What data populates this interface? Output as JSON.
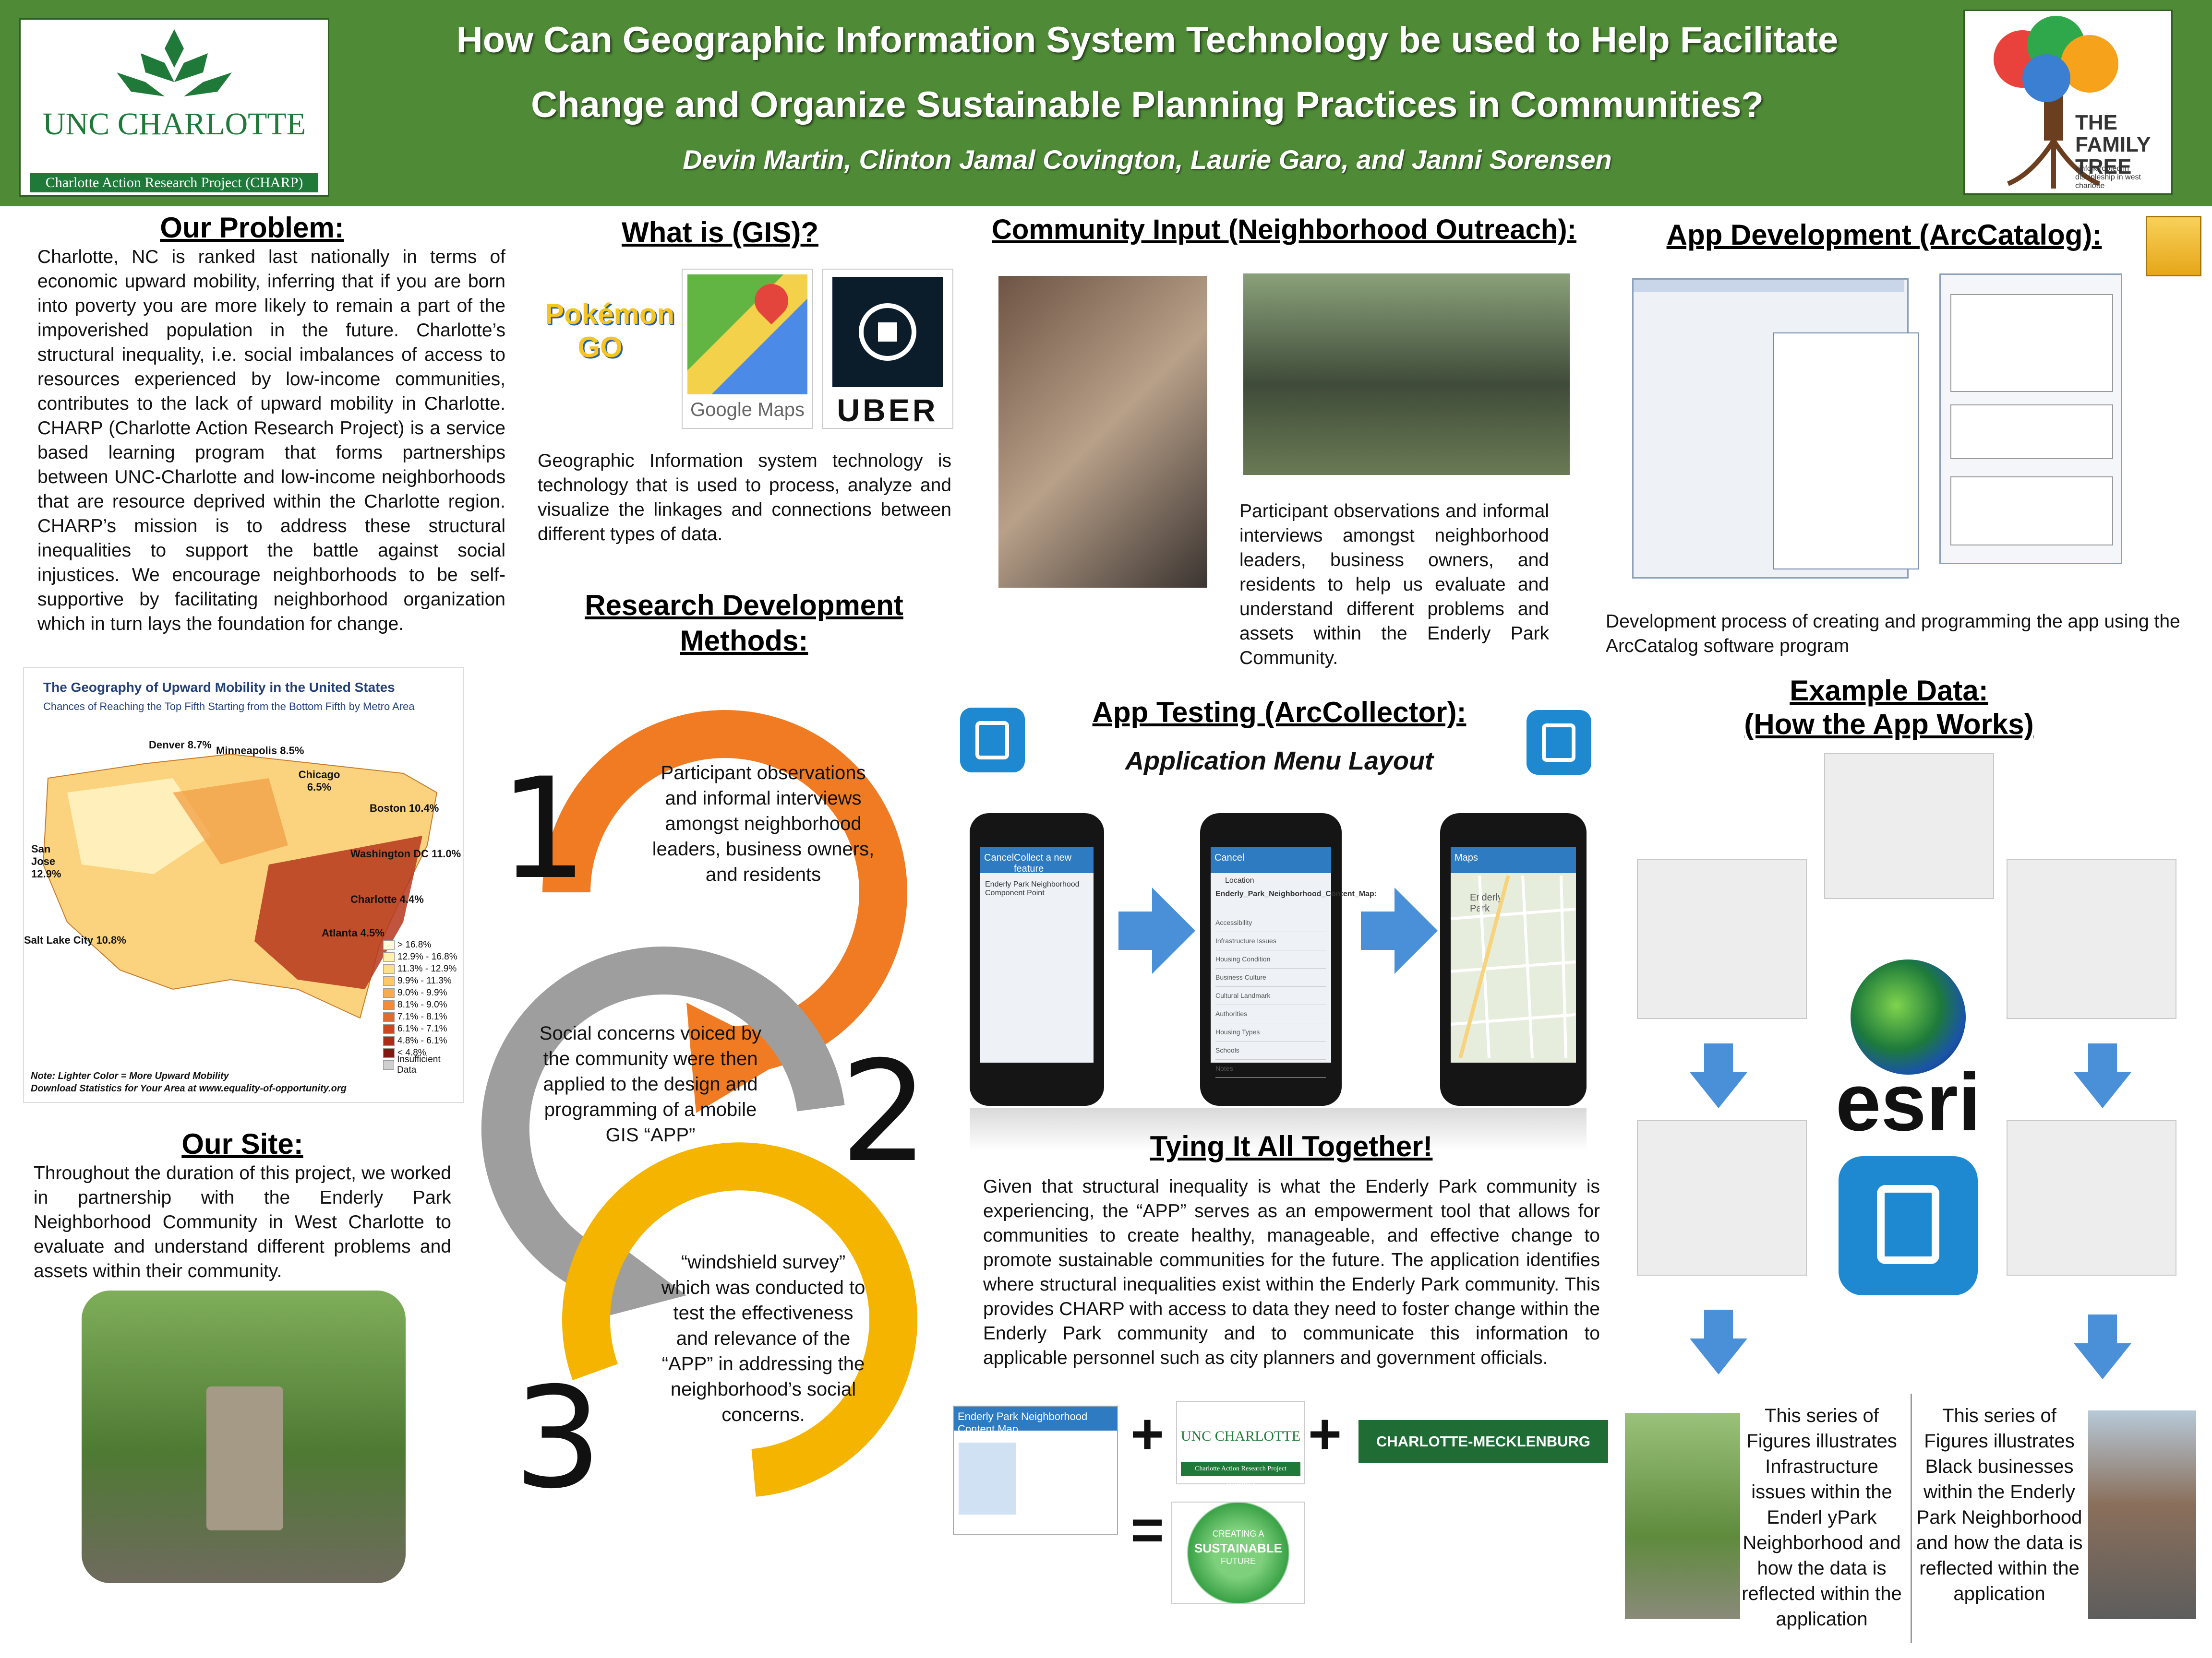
{
  "header": {
    "title_line1": "How Can Geographic Information System Technology be used to Help Facilitate",
    "title_line2": "Change and Organize Sustainable Planning Practices in Communities?",
    "authors": "Devin Martin, Clinton Jamal Covington, Laurie Garo, and Janni Sorensen",
    "left_logo": {
      "name": "UNC CHARLOTTE",
      "caption": "Charlotte Action Research Project (CHARP)"
    },
    "right_logo": {
      "name": "THE FAMILY TREE",
      "tagline": "kinfolk rooted in discipleship in west charlotte"
    }
  },
  "problem": {
    "heading": "Our Problem:",
    "text": "Charlotte, NC is ranked last nationally in terms of economic upward mobility, inferring that if you are born into poverty you are more likely to remain a part of the impoverished population in the future. Charlotte’s structural inequality, i.e. social imbalances of access to resources experienced by low-income communities, contributes to the lack of upward mobility in Charlotte. CHARP (Charlotte Action Research Project) is a service based learning program that forms partnerships between UNC-Charlotte and low-income neighborhoods that are resource deprived within the Charlotte region. CHARP’s mission is to address these structural inequalities to support the battle against social injustices. We encourage neighborhoods to be self-supportive by facilitating neighborhood organization which in turn lays the foundation for change."
  },
  "map_figure": {
    "title": "The Geography of Upward Mobility in the United States",
    "subtitle": "Chances of Reaching the Top Fifth Starting from the Bottom Fifth by Metro Area",
    "labels": [
      "Denver 8.7%",
      "Minneapolis 8.5%",
      "Chicago 6.5%",
      "Boston 10.4%",
      "San Jose 12.9%",
      "Washington DC 11.0%",
      "Charlotte 4.4%",
      "Salt Lake City 10.8%",
      "Atlanta 4.5%"
    ],
    "legend": [
      "> 16.8%",
      "12.9% - 16.8%",
      "11.3% - 12.9%",
      "9.9% - 11.3%",
      "9.0% - 9.9%",
      "8.1% - 9.0%",
      "7.1% - 8.1%",
      "6.1% - 7.1%",
      "4.8% - 6.1%",
      "< 4.8%",
      "Insufficient Data"
    ],
    "legend_colors": [
      "#fffbd9",
      "#fff0b0",
      "#fde08a",
      "#fcc86a",
      "#f9ac4f",
      "#f18c3b",
      "#e26a2c",
      "#c94a20",
      "#a92e17",
      "#7e1a10",
      "#cfcfcf"
    ],
    "note_line1": "Note: Lighter Color = More Upward Mobility",
    "note_line2": "Download Statistics for Your Area at www.equality-of-opportunity.org"
  },
  "site": {
    "heading": "Our Site:",
    "text": "Throughout the duration of this project, we worked in partnership with the Enderly Park Neighborhood Community in West Charlotte to evaluate and understand different problems and assets within their community."
  },
  "gis": {
    "heading": "What is (GIS)?",
    "logos": [
      "Pokémon GO",
      "Google Maps",
      "UBER"
    ],
    "text": "Geographic Information system technology is technology that is used to process, analyze and visualize the linkages and connections between different types of data."
  },
  "research": {
    "heading_line1": "Research Development",
    "heading_line2": "Methods:",
    "steps": [
      {
        "num": "1",
        "text": "Participant observations and informal interviews amongst neighborhood leaders, business owners, and residents"
      },
      {
        "num": "2",
        "text": "Social concerns voiced by the community were then applied to the design and programming of a mobile GIS “APP”"
      },
      {
        "num": "3",
        "text": "“windshield survey” which was conducted to test the effectiveness and relevance of the “APP” in addressing the neighborhood’s social concerns."
      }
    ]
  },
  "community": {
    "heading": "Community Input (Neighborhood Outreach):",
    "text": "Participant observations and informal interviews amongst neighborhood leaders, business owners, and residents to help us evaluate and understand different problems and assets within the Enderly Park Community."
  },
  "app_dev": {
    "heading": "App Development (ArcCatalog):",
    "caption": "Development process of creating and programming the app using the ArcCatalog software program"
  },
  "app_testing": {
    "heading": "App Testing (ArcCollector):",
    "subheading": "Application Menu Layout",
    "screens": [
      {
        "top_left": "Cancel",
        "title": "Collect a new feature",
        "item": "Enderly Park Neighborhood Component Point"
      },
      {
        "top_left": "Cancel",
        "title": "Location",
        "item": "Enderly_Park_Neighborhood_Content_Map:",
        "rows": [
          "Accessibility",
          "Infrastructure Issues",
          "Housing Condition",
          "Business Culture",
          "Cultural Landmark",
          "Authorities",
          "Housing Types",
          "Schools",
          "Notes"
        ]
      },
      {
        "top_left": "Maps",
        "title": "",
        "item": "Enderly Park"
      }
    ]
  },
  "together": {
    "heading": "Tying It All Together!",
    "text": "Given that structural inequality is what the Enderly Park community is experiencing, the “APP” serves as an empowerment tool that allows for communities to create healthy, manageable, and effective change to promote sustainable communities for the future. The application identifies where structural inequalities exist within the Enderly Park community. This provides CHARP with access to data they need to foster change within the Enderly Park community and to communicate this information to applicable personnel such as city planners and government officials.",
    "content_map_title": "Enderly Park Neighborhood Content Map",
    "plus1": "+",
    "plus2": "+",
    "equals": "=",
    "logo_uncc": "UNC CHARLOTTE",
    "logo_uncc_caption": "Charlotte Action Research Project (CHARP)",
    "logo_cmp": "CHARLOTTE-MECKLENBURG PLANNING",
    "sustainable_line1": "CREATING A",
    "sustainable_line2": "SUSTAINABLE",
    "sustainable_line3": "FUTURE"
  },
  "example": {
    "heading_line1": "Example Data:",
    "heading_line2": "(How the App Works)",
    "esri": "esri",
    "caption_left": "This series of Figures illustrates Infrastructure issues within the Enderl yPark Neighborhood and how the data is reflected within the application",
    "caption_right": "This series of Figures illustrates Black businesses within the Enderly Park Neighborhood and how the data is reflected within the application"
  },
  "colors": {
    "header_green": "#4f8a37",
    "step1_orange": "#f07b22",
    "step2_gray": "#9e9e9e",
    "step3_yellow": "#f4b400",
    "arrow_blue": "#4a90d9",
    "collector_blue": "#1e88d0"
  }
}
